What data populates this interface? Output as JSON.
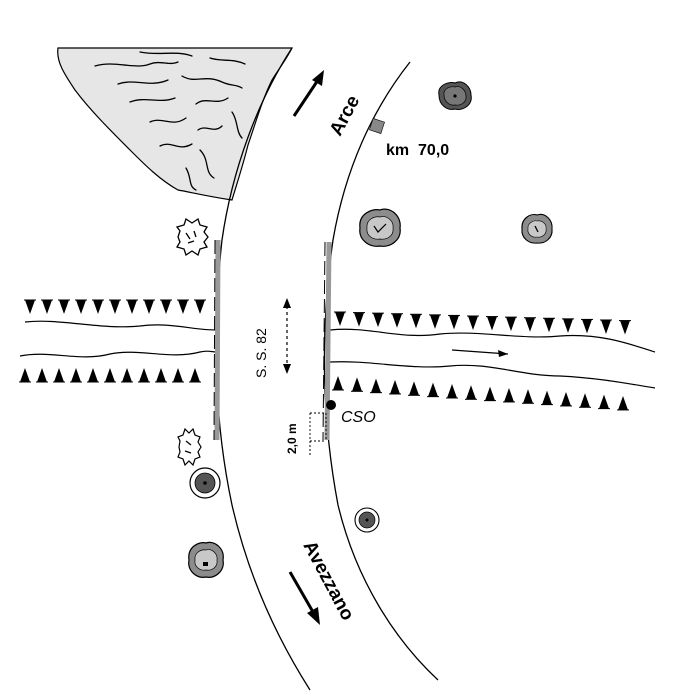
{
  "labels": {
    "direction_north": "Arce",
    "direction_south": "Avezzano",
    "km_marker": "km  70,0",
    "road_name": "S. S. 82",
    "station": "CSO",
    "distance": "2,0 m"
  },
  "legend_icons": {
    "rock_area": "rock-outcrop",
    "tree_round": "deciduous-tree",
    "shrub": "shrub",
    "water_flow": "flow-arrow",
    "embankment": "bank-hatching",
    "bridge": "bridge-parapet",
    "station_point": "monitoring-station"
  },
  "colors": {
    "line": "#000000",
    "rock_fill": "#e6e6e6",
    "bridge_gray": "#999999",
    "tree_dark": "#555555",
    "tree_mid": "#8c8c8c",
    "tree_light": "#c8c8c8"
  }
}
